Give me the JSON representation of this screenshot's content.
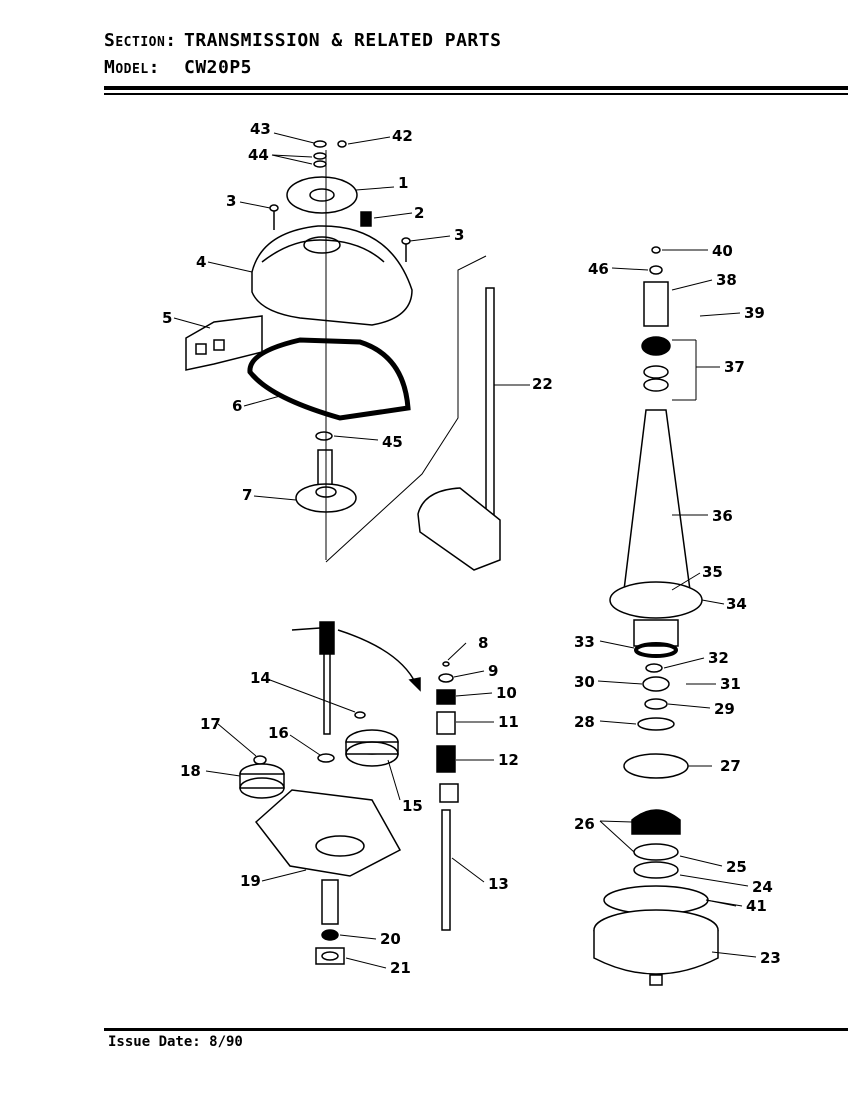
{
  "header": {
    "section_key": "Section:",
    "section_value": "TRANSMISSION & RELATED PARTS",
    "model_key": "Model:",
    "model_value": "CW20P5"
  },
  "footer": {
    "issue_date": "Issue Date: 8/90"
  },
  "callouts": [
    "1",
    "2",
    "3",
    "3",
    "4",
    "5",
    "6",
    "7",
    "8",
    "9",
    "10",
    "11",
    "12",
    "13",
    "14",
    "15",
    "16",
    "17",
    "18",
    "19",
    "20",
    "21",
    "22",
    "23",
    "24",
    "25",
    "26",
    "27",
    "28",
    "29",
    "30",
    "31",
    "32",
    "33",
    "34",
    "35",
    "36",
    "37",
    "38",
    "39",
    "40",
    "41",
    "42",
    "43",
    "44",
    "45",
    "46"
  ]
}
